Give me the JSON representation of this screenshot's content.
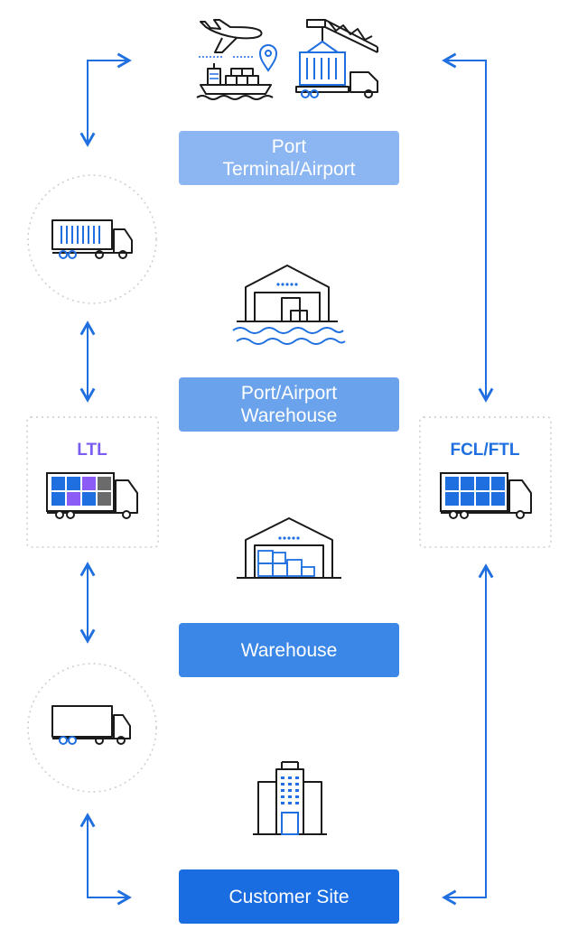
{
  "nodes": {
    "port_terminal": {
      "label": "Port\nTerminal/Airport"
    },
    "port_warehouse": {
      "label": "Port/Airport\nWarehouse"
    },
    "warehouse": {
      "label": "Warehouse"
    },
    "customer_site": {
      "label": "Customer Site"
    }
  },
  "modes": {
    "ltl": {
      "label": "LTL",
      "color": "#7a5cf0"
    },
    "fcl": {
      "label": "FCL/FTL",
      "color": "#1f6fe0"
    }
  },
  "colors": {
    "accent": "#1f6fe0",
    "line": "#1a1a1a",
    "box_port": "#8cb6f1",
    "box_port_warehouse": "#6aa3ec",
    "box_warehouse": "#3a87e8",
    "box_customer": "#1a6de1"
  }
}
